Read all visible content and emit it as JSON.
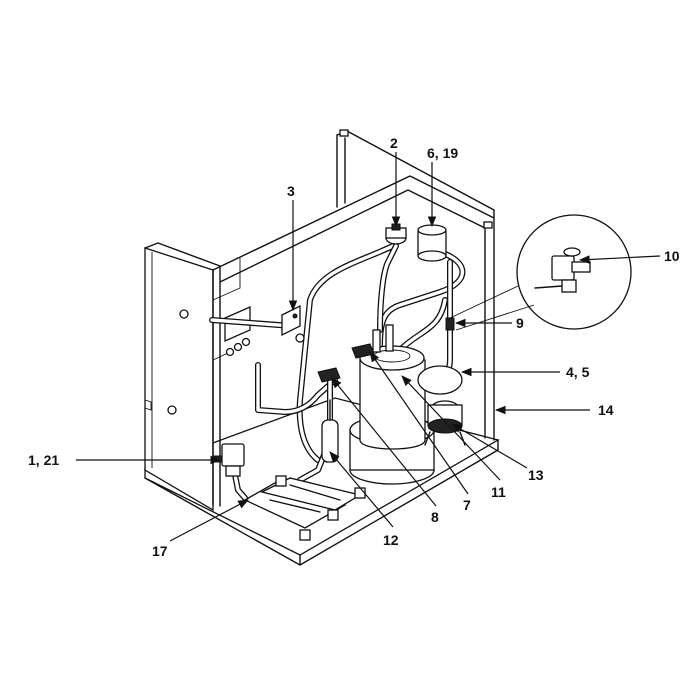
{
  "callouts": [
    {
      "id": "c2",
      "text": "2"
    },
    {
      "id": "c6",
      "text": "6, 19"
    },
    {
      "id": "c3",
      "text": "3"
    },
    {
      "id": "c10",
      "text": "10"
    },
    {
      "id": "c9",
      "text": "9"
    },
    {
      "id": "c45",
      "text": "4, 5"
    },
    {
      "id": "c14",
      "text": "14"
    },
    {
      "id": "c1",
      "text": "1, 21"
    },
    {
      "id": "c13",
      "text": "13"
    },
    {
      "id": "c11",
      "text": "11"
    },
    {
      "id": "c7",
      "text": "7"
    },
    {
      "id": "c8",
      "text": "8"
    },
    {
      "id": "c12",
      "text": "12"
    },
    {
      "id": "c17",
      "text": "17"
    }
  ]
}
